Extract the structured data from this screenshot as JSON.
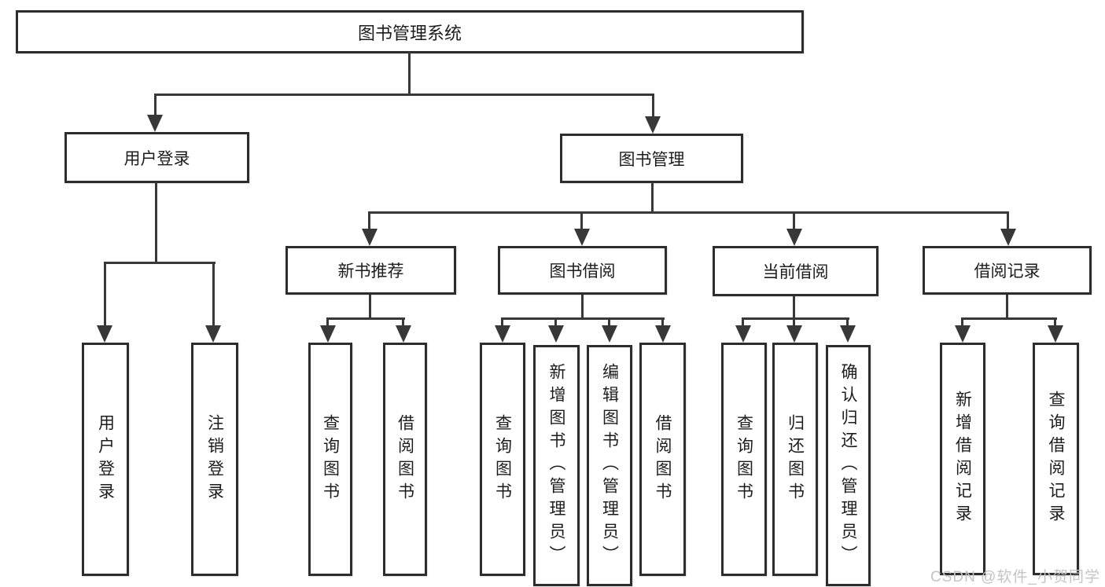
{
  "diagram": {
    "root_label": "图书管理系统",
    "level2": {
      "user_login": "用户登录",
      "book_management": "图书管理"
    },
    "level3": {
      "new_book_recommend": "新书推荐",
      "book_borrowing": "图书借阅",
      "current_borrowing": "当前借阅",
      "borrowing_records": "借阅记录"
    },
    "leaves": {
      "user_login": "用户登录",
      "logout": "注销登录",
      "recommend_query_books": "查询图书",
      "recommend_borrow_books": "借阅图书",
      "borrowing_query_books": "查询图书",
      "borrowing_add_books_admin": "新增图书（管理员）",
      "borrowing_edit_books_admin": "编辑图书（管理员）",
      "borrowing_borrow_books": "借阅图书",
      "current_query_books": "查询图书",
      "current_return_books": "归还图书",
      "current_confirm_return_admin": "确认归还（管理员）",
      "records_add_record": "新增借阅记录",
      "records_query_record": "查询借阅记录"
    },
    "colors": {
      "line": "#383838",
      "box_border": "#2d2d2d",
      "text": "#1c1c1c",
      "background": "#ffffff",
      "watermark": "#c4c4c4"
    }
  },
  "watermark_label": "CSDN @软件_小贺同学"
}
